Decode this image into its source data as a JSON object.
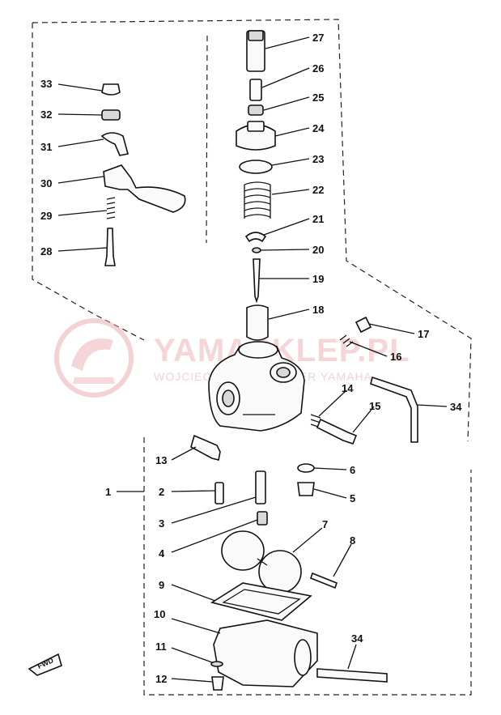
{
  "callouts": {
    "c1": "1",
    "c2": "2",
    "c3": "3",
    "c4": "4",
    "c5": "5",
    "c6": "6",
    "c7": "7",
    "c8": "8",
    "c9": "9",
    "c10": "10",
    "c11": "11",
    "c12": "12",
    "c13": "13",
    "c14": "14",
    "c15": "15",
    "c16": "16",
    "c17": "17",
    "c18": "18",
    "c19": "19",
    "c20": "20",
    "c21": "21",
    "c22": "22",
    "c23": "23",
    "c24": "24",
    "c25": "25",
    "c26": "26",
    "c27": "27",
    "c28": "28",
    "c29": "29",
    "c30": "30",
    "c31": "31",
    "c32": "32",
    "c33": "33",
    "c34a": "34",
    "c34b": "34"
  },
  "fwd_label": "FWD",
  "watermark": {
    "title": "YAMASKLEP.PL",
    "subtitle": "WOJCIECHOWSKI DEALER YAMAHA",
    "color": "#e9a6aa"
  },
  "colors": {
    "ink": "#111111",
    "background": "#ffffff"
  }
}
